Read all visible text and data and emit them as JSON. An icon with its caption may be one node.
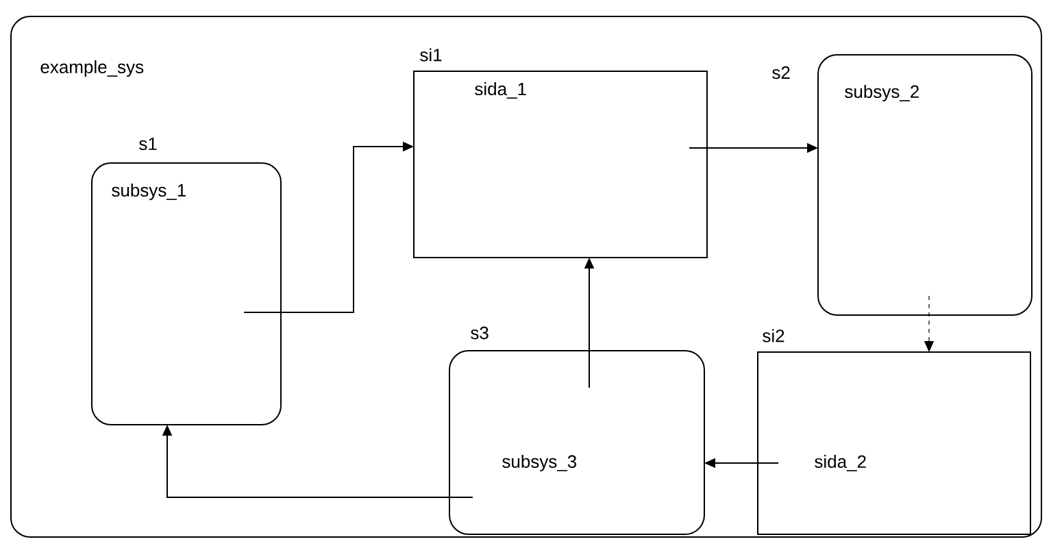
{
  "diagram": {
    "nodes": [
      {
        "text": [
          "example_sys"
        ]
      },
      {
        "text": [
          "s1",
          "subsys_1"
        ],
        "in": 0
      },
      {
        "text": [
          "si1",
          "sida_1"
        ],
        "in": 0
      },
      {
        "text": [
          "s2",
          "subsys_2"
        ],
        "in": 0
      },
      {
        "text": [
          "s3",
          "subsys_3"
        ],
        "in": 0
      },
      {
        "text": [
          "si2",
          "sida_2"
        ],
        "in": 0
      }
    ],
    "edges": [
      {
        "from": 1,
        "to": 2,
        "arrow": "to"
      },
      {
        "from": 2,
        "to": 3,
        "arrow": "to"
      },
      {
        "from": 3,
        "to": 5,
        "arrow": "to",
        "style": "dashed"
      },
      {
        "from": 5,
        "to": 4,
        "arrow": "to"
      },
      {
        "from": 4,
        "to": 2,
        "arrow": "to"
      },
      {
        "from": 4,
        "to": 1,
        "arrow": "to"
      }
    ]
  }
}
